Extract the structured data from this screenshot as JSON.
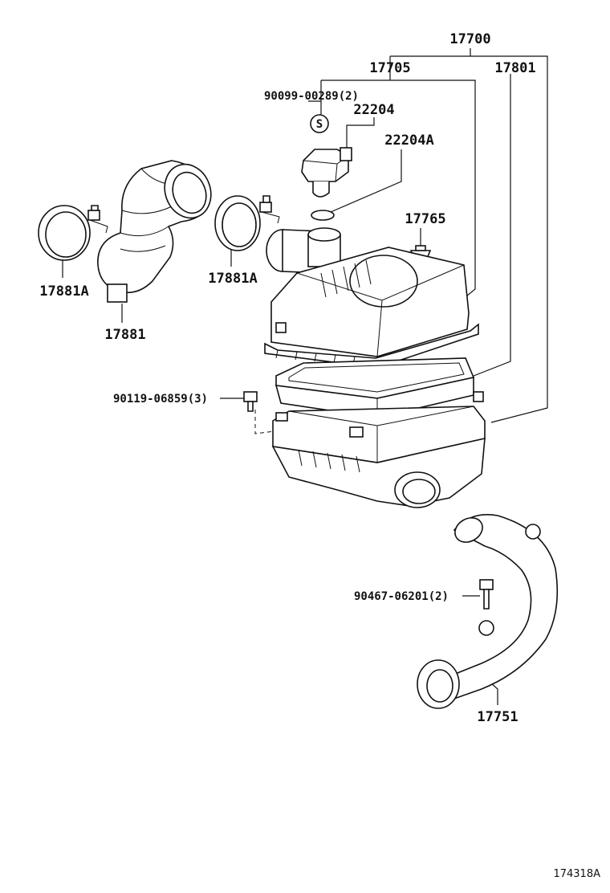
{
  "labels": {
    "p17700": "17700",
    "p17705": "17705",
    "p17801": "17801",
    "p90099": "90099-00289(2)",
    "p22204": "22204",
    "p22204A": "22204A",
    "p17765": "17765",
    "p17881A_left": "17881A",
    "p17881": "17881",
    "p17881A_mid": "17881A",
    "p90119": "90119-06859(3)",
    "p90467": "90467-06201(2)",
    "p17751": "17751",
    "s_mark": "S",
    "ref_code": "174318A"
  }
}
